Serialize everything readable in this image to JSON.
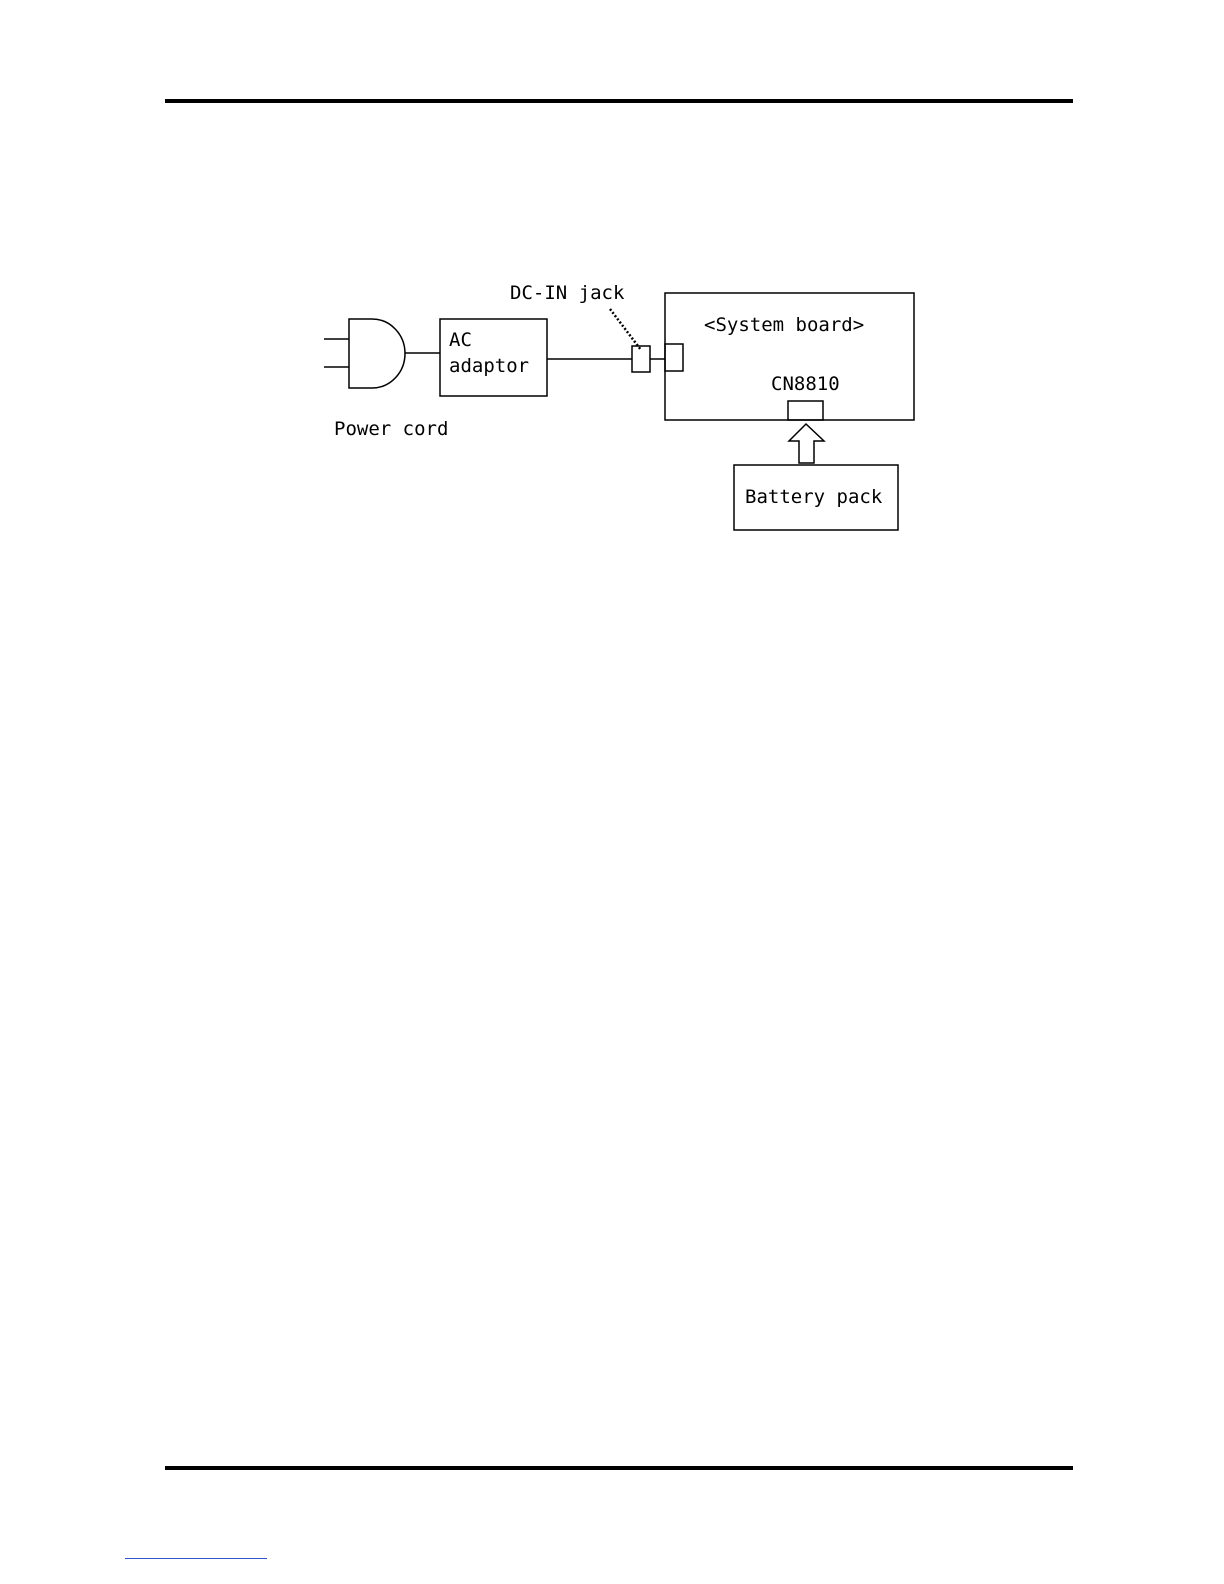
{
  "diagram": {
    "labels": {
      "dc_in_jack": "DC-IN jack",
      "system_board": "<System board>",
      "ac_adaptor_line1": "AC",
      "ac_adaptor_line2": "adaptor",
      "cn8810": "CN8810",
      "power_cord": "Power cord",
      "battery_pack": "Battery pack"
    }
  }
}
